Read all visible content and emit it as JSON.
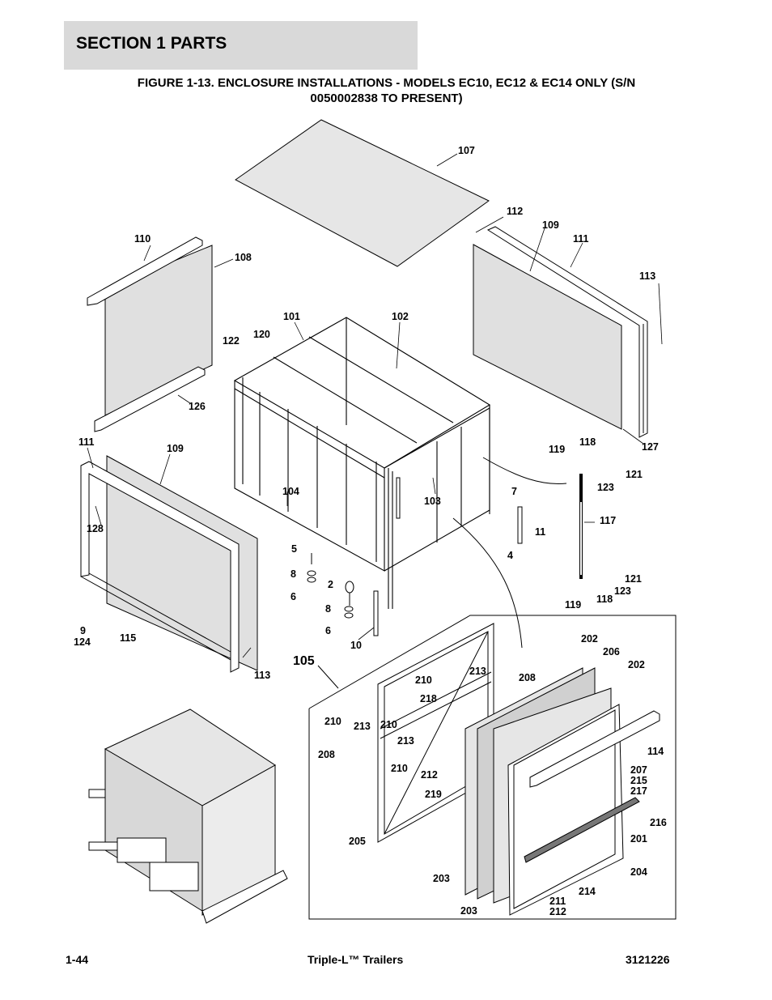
{
  "section": {
    "title": "SECTION 1  PARTS"
  },
  "figure": {
    "title_line1": "FIGURE 1-13. ENCLOSURE INSTALLATIONS - MODELS EC10, EC12 & EC14 ONLY (S/N",
    "title_line2": "0050002838 TO PRESENT)"
  },
  "callouts": [
    "107",
    "112",
    "109",
    "111",
    "110",
    "108",
    "113",
    "101",
    "102",
    "122",
    "120",
    "126",
    "127",
    "111",
    "109",
    "119",
    "118",
    "121",
    "123",
    "128",
    "104",
    "103",
    "7",
    "11",
    "117",
    "4",
    "5",
    "8",
    "6",
    "2",
    "8",
    "6",
    "121",
    "119",
    "118",
    "123",
    "9",
    "124",
    "115",
    "113",
    "10",
    "105",
    "202",
    "206",
    "202",
    "210",
    "213",
    "208",
    "218",
    "210",
    "210",
    "213",
    "213",
    "208",
    "114",
    "210",
    "212",
    "207",
    "215",
    "217",
    "219",
    "216",
    "205",
    "201",
    "203",
    "204",
    "214",
    "203",
    "211",
    "212"
  ],
  "footer": {
    "page": "1-44",
    "title": "Triple-L™ Trailers",
    "doc_number": "3121226"
  }
}
